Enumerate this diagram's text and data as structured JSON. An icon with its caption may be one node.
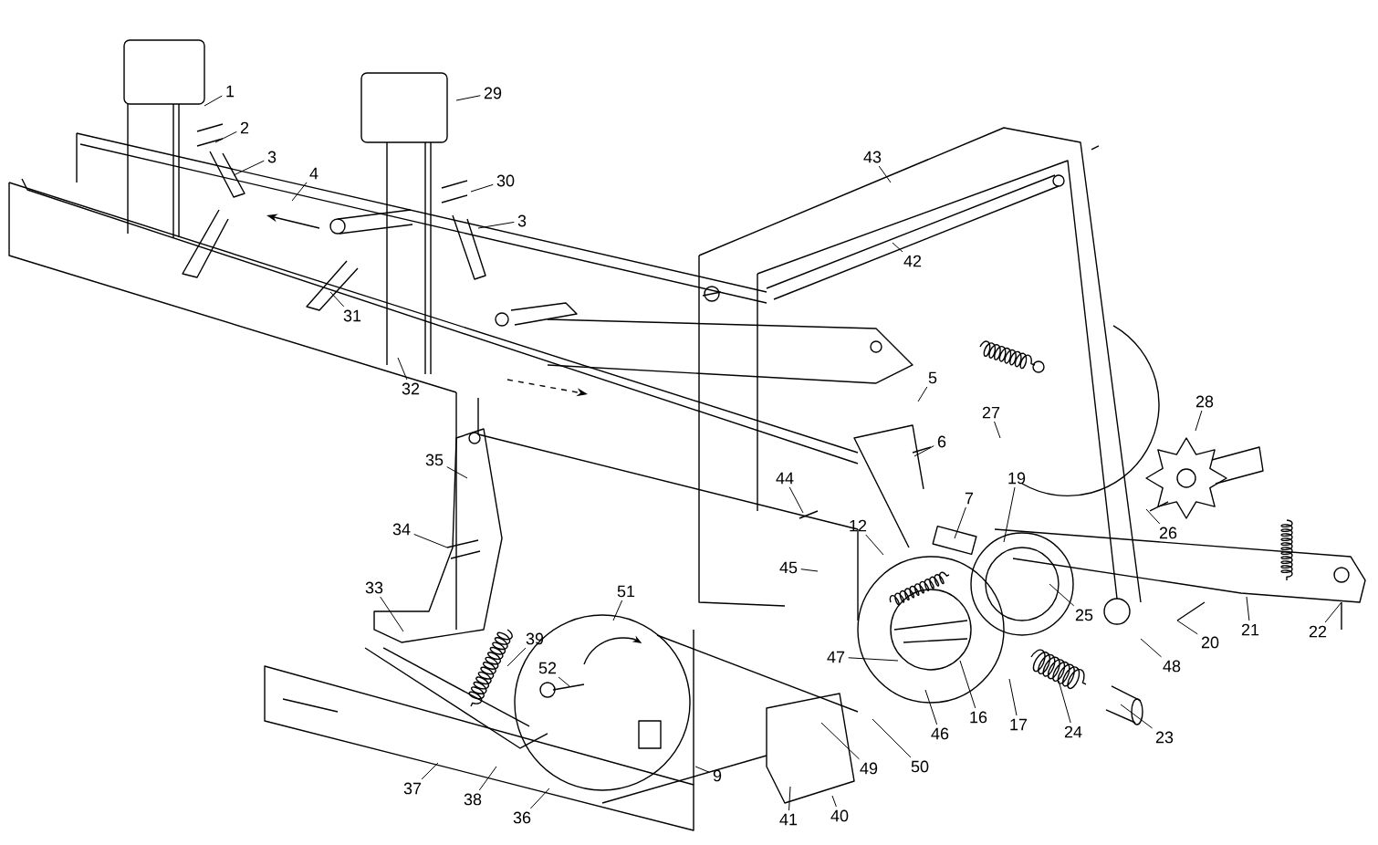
{
  "diagram": {
    "nodes": [
      {
        "text": [
          "1"
        ]
      },
      {
        "text": [
          "2"
        ]
      },
      {
        "text": [
          "3"
        ]
      },
      {
        "text": [
          "4"
        ]
      },
      {
        "text": [
          "29"
        ]
      },
      {
        "text": [
          "30"
        ]
      },
      {
        "text": [
          "3"
        ]
      },
      {
        "text": [
          "31"
        ]
      },
      {
        "text": [
          "32"
        ]
      },
      {
        "text": [
          "43"
        ]
      },
      {
        "text": [
          "42"
        ]
      },
      {
        "text": [
          "5"
        ]
      },
      {
        "text": [
          "6"
        ]
      },
      {
        "text": [
          "27"
        ]
      },
      {
        "text": [
          "28"
        ]
      },
      {
        "text": [
          "35"
        ]
      },
      {
        "text": [
          "44"
        ]
      },
      {
        "text": [
          "12"
        ]
      },
      {
        "text": [
          "7"
        ]
      },
      {
        "text": [
          "19"
        ]
      },
      {
        "text": [
          "45"
        ]
      },
      {
        "text": [
          "26"
        ]
      },
      {
        "text": [
          "34"
        ]
      },
      {
        "text": [
          "33"
        ]
      },
      {
        "text": [
          "51"
        ]
      },
      {
        "text": [
          "39"
        ]
      },
      {
        "text": [
          "47"
        ]
      },
      {
        "text": [
          "25"
        ]
      },
      {
        "text": [
          "21"
        ]
      },
      {
        "text": [
          "22"
        ]
      },
      {
        "text": [
          "52"
        ]
      },
      {
        "text": [
          "20"
        ]
      },
      {
        "text": [
          "48"
        ]
      },
      {
        "text": [
          "46"
        ]
      },
      {
        "text": [
          "16"
        ]
      },
      {
        "text": [
          "17"
        ]
      },
      {
        "text": [
          "24"
        ]
      },
      {
        "text": [
          "23"
        ]
      },
      {
        "text": [
          "49"
        ]
      },
      {
        "text": [
          "50"
        ]
      },
      {
        "text": [
          "9"
        ]
      },
      {
        "text": [
          "37"
        ]
      },
      {
        "text": [
          "38"
        ]
      },
      {
        "text": [
          "36"
        ]
      },
      {
        "text": [
          "41"
        ]
      },
      {
        "text": [
          "40"
        ]
      }
    ],
    "edges": [
      {
        "from": 0,
        "to": null,
        "arrow": "none"
      },
      {
        "from": 1,
        "to": null,
        "arrow": "none"
      },
      {
        "from": 2,
        "to": null,
        "arrow": "none"
      },
      {
        "from": 3,
        "to": null,
        "arrow": "none"
      },
      {
        "from": 4,
        "to": null,
        "arrow": "none"
      },
      {
        "from": 5,
        "to": null,
        "arrow": "none"
      },
      {
        "from": 6,
        "to": null,
        "arrow": "none"
      },
      {
        "from": 7,
        "to": null,
        "arrow": "none"
      },
      {
        "from": 8,
        "to": null,
        "arrow": "none"
      },
      {
        "from": 9,
        "to": null,
        "arrow": "none"
      },
      {
        "from": 10,
        "to": null,
        "arrow": "none"
      },
      {
        "from": 11,
        "to": null,
        "arrow": "none"
      },
      {
        "from": 12,
        "to": null,
        "arrow": "none"
      },
      {
        "from": 13,
        "to": null,
        "arrow": "none"
      },
      {
        "from": 14,
        "to": null,
        "arrow": "none"
      },
      {
        "from": 15,
        "to": null,
        "arrow": "none"
      },
      {
        "from": 16,
        "to": null,
        "arrow": "none"
      },
      {
        "from": 17,
        "to": null,
        "arrow": "none"
      },
      {
        "from": 18,
        "to": null,
        "arrow": "none"
      },
      {
        "from": 19,
        "to": null,
        "arrow": "none"
      },
      {
        "from": 20,
        "to": null,
        "arrow": "none"
      },
      {
        "from": 21,
        "to": null,
        "arrow": "none"
      },
      {
        "from": 22,
        "to": null,
        "arrow": "none"
      },
      {
        "from": 23,
        "to": null,
        "arrow": "none"
      },
      {
        "from": 24,
        "to": null,
        "arrow": "none"
      },
      {
        "from": 25,
        "to": null,
        "arrow": "none"
      },
      {
        "from": 26,
        "to": null,
        "arrow": "none"
      },
      {
        "from": 27,
        "to": null,
        "arrow": "none"
      },
      {
        "from": 28,
        "to": null,
        "arrow": "none"
      },
      {
        "from": 29,
        "to": null,
        "arrow": "none"
      },
      {
        "from": 30,
        "to": null,
        "arrow": "none"
      },
      {
        "from": 31,
        "to": null,
        "arrow": "none"
      },
      {
        "from": 32,
        "to": null,
        "arrow": "none"
      },
      {
        "from": 33,
        "to": null,
        "arrow": "none"
      },
      {
        "from": 34,
        "to": null,
        "arrow": "none"
      },
      {
        "from": 35,
        "to": null,
        "arrow": "none"
      },
      {
        "from": 36,
        "to": null,
        "arrow": "none"
      },
      {
        "from": 37,
        "to": null,
        "arrow": "none"
      },
      {
        "from": 38,
        "to": null,
        "arrow": "none"
      },
      {
        "from": 39,
        "to": null,
        "arrow": "none"
      },
      {
        "from": 40,
        "to": null,
        "arrow": "none"
      },
      {
        "from": 41,
        "to": null,
        "arrow": "none"
      },
      {
        "from": 42,
        "to": null,
        "arrow": "none"
      },
      {
        "from": 43,
        "to": null,
        "arrow": "none"
      },
      {
        "from": 44,
        "to": null,
        "arrow": "none"
      },
      {
        "from": 45,
        "to": null,
        "arrow": "none"
      }
    ]
  }
}
